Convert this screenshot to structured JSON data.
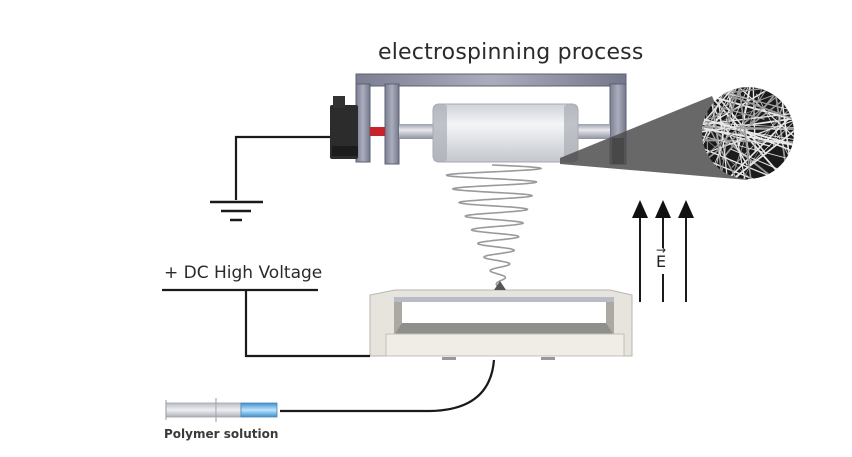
{
  "title": "electrospinning process",
  "labels": {
    "high_voltage": "+ DC High Voltage",
    "polymer_solution": "Polymer solution",
    "electric_field": "E"
  },
  "components": {
    "motor": "motor",
    "collector_drum": "rotating drum collector",
    "nanofiber_mesh_zoom": "nanofiber mesh",
    "spinneret_stage": "spinneret",
    "syringe": "syringe",
    "ground": "ground"
  },
  "colors": {
    "frame": "#8a8d9e",
    "motor": "#2c2c2c",
    "coupling": "#c8232a",
    "drum": "#e6e8ec",
    "syringe_fluid": "#5aa8e0",
    "wire": "#1a1a1a"
  }
}
